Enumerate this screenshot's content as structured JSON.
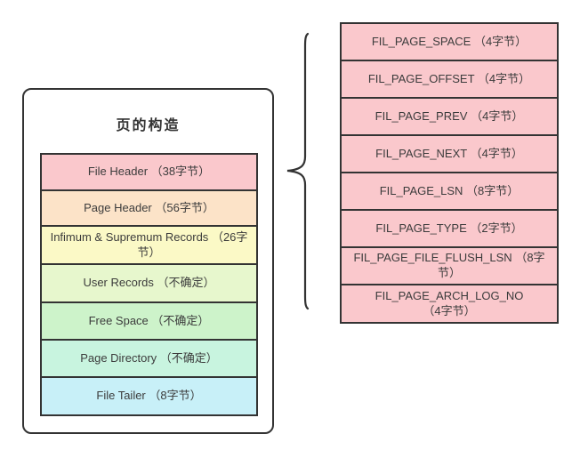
{
  "diagram": {
    "left_panel": {
      "title": "页的构造",
      "rows": [
        {
          "name": "File Header",
          "size": "（38字节）",
          "color": "#fac8cc"
        },
        {
          "name": "Page Header",
          "size": "（56字节）",
          "color": "#fce3c8"
        },
        {
          "name": "Infimum & Supremum Records",
          "size": "（26字节）",
          "color": "#fbf9c6"
        },
        {
          "name": "User Records",
          "size": "（不确定）",
          "color": "#e7f7cd"
        },
        {
          "name": "Free Space",
          "size": "（不确定）",
          "color": "#cdf3ca"
        },
        {
          "name": "Page Directory",
          "size": "（不确定）",
          "color": "#c8f4df"
        },
        {
          "name": "File Tailer",
          "size": "（8字节）",
          "color": "#c8f0f8"
        }
      ]
    },
    "right_panel": {
      "rows": [
        {
          "name": "FIL_PAGE_SPACE",
          "size": "（4字节）",
          "color": "#fac8cc"
        },
        {
          "name": "FIL_PAGE_OFFSET",
          "size": "（4字节）",
          "color": "#fac8cc"
        },
        {
          "name": "FIL_PAGE_PREV",
          "size": "（4字节）",
          "color": "#fac8cc"
        },
        {
          "name": "FIL_PAGE_NEXT",
          "size": "（4字节）",
          "color": "#fac8cc"
        },
        {
          "name": "FIL_PAGE_LSN",
          "size": "（8字节）",
          "color": "#fac8cc"
        },
        {
          "name": "FIL_PAGE_TYPE",
          "size": "（2字节）",
          "color": "#fac8cc"
        },
        {
          "name": "FIL_PAGE_FILE_FLUSH_LSN",
          "size": "（8字节）",
          "color": "#fac8cc"
        },
        {
          "name": "FIL_PAGE_ARCH_LOG_NO",
          "size": "（4字节）",
          "color": "#fac8cc"
        }
      ]
    },
    "colors": {
      "border": "#333333",
      "text": "#3c3c3c",
      "background": "#ffffff"
    }
  }
}
